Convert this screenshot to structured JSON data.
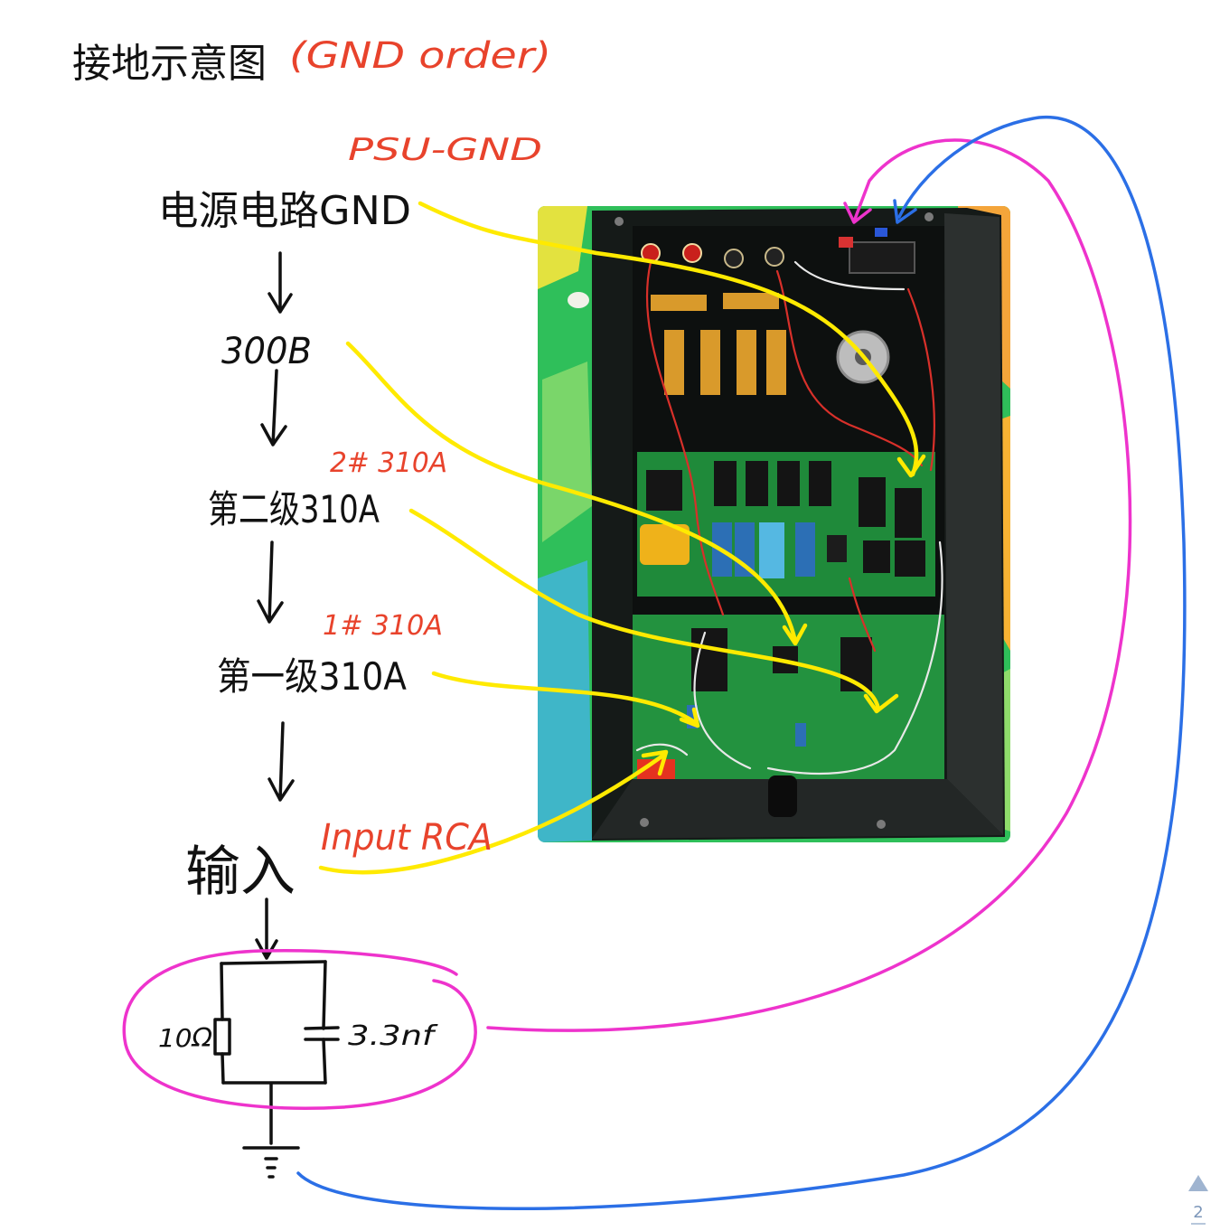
{
  "title": {
    "cn": "接地示意图",
    "en": "(GND order)"
  },
  "notes": {
    "psu_gnd": "PSU-GND",
    "stage2": "2# 310A",
    "stage1": "1# 310A",
    "input_rca": "Input RCA"
  },
  "chain": [
    "电源电路GND",
    "300B",
    "第二级310A",
    "第一级310A",
    "输入"
  ],
  "filter": {
    "resistor": "10Ω",
    "capacitor": "3.3nf"
  },
  "page": {
    "number": "2",
    "nav_icon": "triangle-up-icon"
  },
  "colors": {
    "ink": "#111111",
    "note": "#e8432c",
    "highlight": "#ffea00",
    "loop": "#ee33cc",
    "ground_return": "#2b6fe6"
  }
}
